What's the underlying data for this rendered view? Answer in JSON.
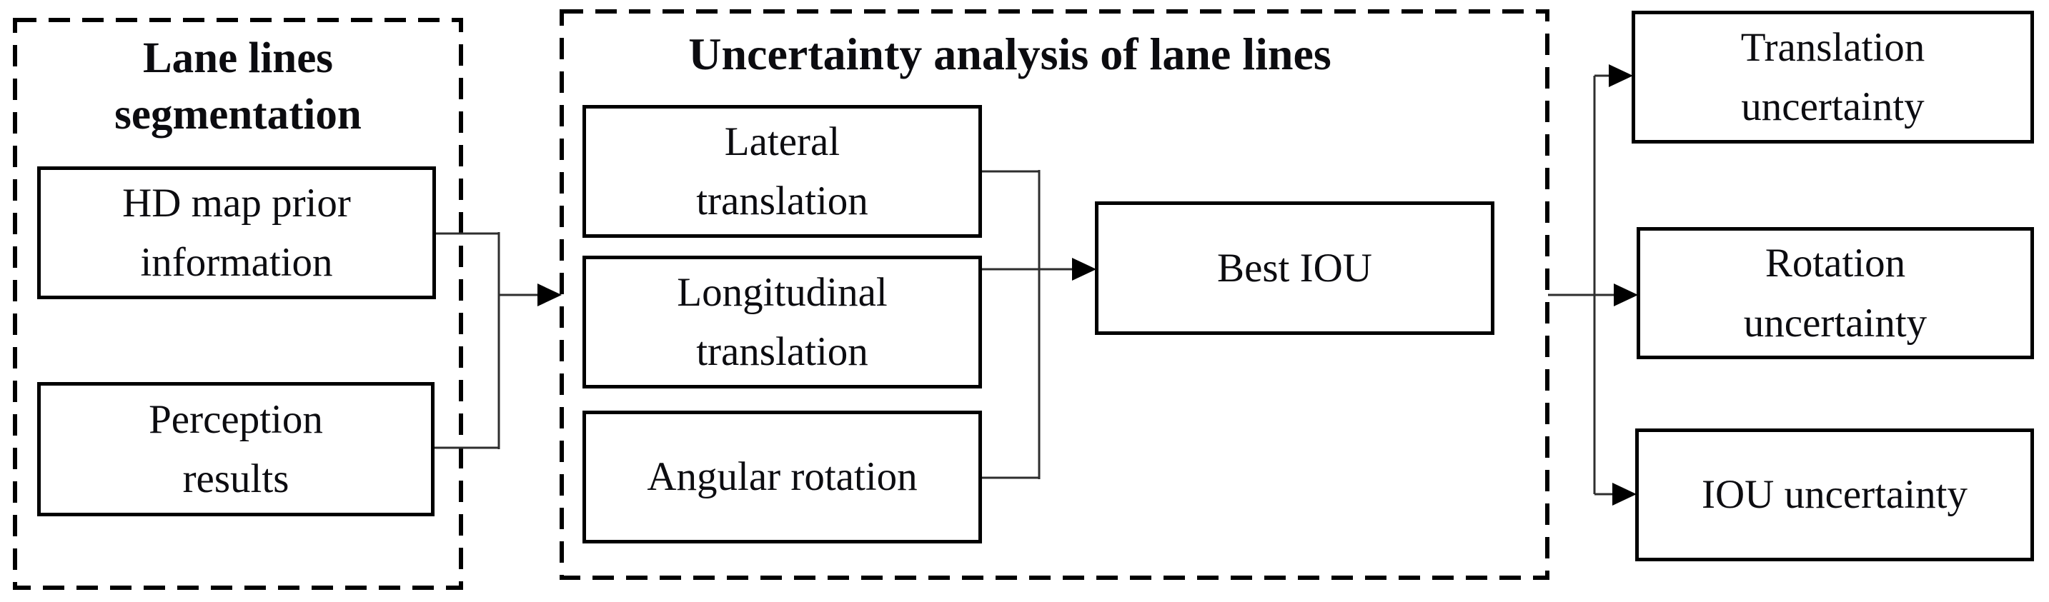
{
  "figure": {
    "type": "flow-diagram",
    "background": "#ffffff",
    "line_color": "#000000",
    "connector_color": "#2e2e2e",
    "text_color": "#0c0c10"
  },
  "left_panel": {
    "title": "Lane lines\nsegmentation",
    "boxes": [
      {
        "label": "HD map prior\ninformation"
      },
      {
        "label": "Perception\nresults"
      }
    ]
  },
  "middle_panel": {
    "title": "Uncertainty analysis of lane lines",
    "boxes": [
      {
        "label": "Lateral\ntranslation"
      },
      {
        "label": "Longitudinal\ntranslation"
      },
      {
        "label": "Angular rotation"
      },
      {
        "label": "Best IOU"
      }
    ]
  },
  "output_boxes": [
    {
      "label": "Translation\nuncertainty"
    },
    {
      "label": "Rotation\nuncertainty"
    },
    {
      "label": "IOU uncertainty"
    }
  ]
}
